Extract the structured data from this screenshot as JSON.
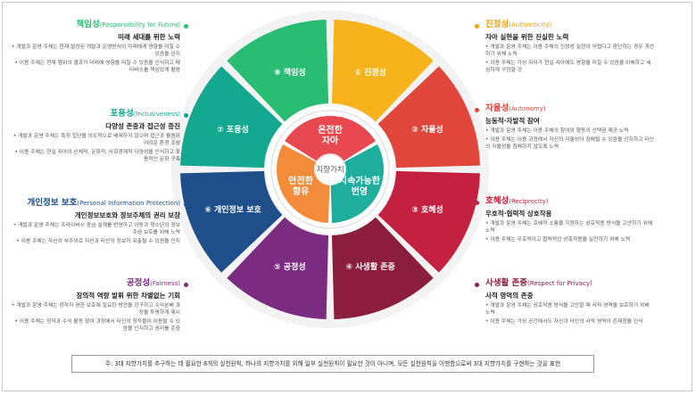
{
  "center_label": "지향가치",
  "inner_values": [
    {
      "label": "온전한 자아",
      "color": "#e8484f"
    },
    {
      "label": "지속가능한 번영",
      "color": "#1fae9e"
    },
    {
      "label": "안전한 향유",
      "color": "#f28c3a"
    }
  ],
  "segments": [
    {
      "label": "① 진정성",
      "color": "#f6b31c"
    },
    {
      "label": "② 자율성",
      "color": "#e0463a"
    },
    {
      "label": "③ 호혜성",
      "color": "#c3213f"
    },
    {
      "label": "④ 사생활 존중",
      "color": "#8b1e3c"
    },
    {
      "label": "⑤ 공정성",
      "color": "#7b2c80"
    },
    {
      "label": "⑥ 개인정보 보호",
      "color": "#1f4f8b"
    },
    {
      "label": "⑦ 포용성",
      "color": "#14a890"
    },
    {
      "label": "⑧ 책임성",
      "color": "#29bd73"
    }
  ],
  "principles": [
    {
      "title": "진정성",
      "title_en": "(Authenticity)",
      "subtitle": "자아 실현을 위한 진실한 노력",
      "color": "#f2a310",
      "bullets": [
        "개발과 운영 주체는 이용 주체의 진정성 실현이 어렵다고 판단하는 경우 개선하기 위해 노력",
        "이용 주체는 가상 자아가 현실 자아에도 영향을 미칠 수 있음을 이해하고 세심하게 구현할 것"
      ]
    },
    {
      "title": "자율성",
      "title_en": "(Autonomy)",
      "subtitle": "능동적·자발적 참여",
      "color": "#e0463a",
      "bullets": [
        "개발과 운영 주체는 이용 주체의 참여와 행동의 선택권 제공 노력",
        "이용 주체는 이용 과정에서 자신의 자율성이 침해될 수 있음을 인지하고 타인의 자율성을 침해하지 않도록 노력"
      ]
    },
    {
      "title": "호혜성",
      "title_en": "(Reciprocity)",
      "subtitle": "우호적·협력적 상호작용",
      "color": "#c3213f",
      "bullets": [
        "개발과 운영 주체는 호혜적 소통을 지원하는 상호작용 방식을 고안하기 위해 노력",
        "이용 주체는 우호적이고 협력적인 상호작용을 실천하기 위해 노력"
      ]
    },
    {
      "title": "사생활 존중",
      "title_en": "(Respect for Privacy)",
      "subtitle": "사적 영역의 존중",
      "color": "#8b1e3c",
      "bullets": [
        "개발과 운영 주체는 상호작용 방식을 고안할 때 사적 영역을 보호하기 위해 노력",
        "이용 주체는 가상 공간에서도 자신과 타인의 사적 영역이 존재함을 인식"
      ]
    },
    {
      "title": "공정성",
      "title_en": "(Fairness)",
      "subtitle": "창의적 역량 발휘 위한 차별없는 기회",
      "color": "#7b2c80",
      "bullets": [
        "개발과 운영 주체는 창작자 권한 보호에 필요한 방안을 강구하고 수익분배 과정을 투명하게 제시",
        "이용 주체는 창작과 수익 활동 참여 과정에서 타인의 창작물이 이용될 수 있음을 인지하고 권리를 존중"
      ]
    },
    {
      "title": "개인정보 보호",
      "title_en": "(Personal Information Protection)",
      "subtitle": "개인정보보호와 정보주체의 권리 보장",
      "color": "#1f4f8b",
      "bullets": [
        "개발과 운영 주체는 프라이버시 중심 설계를 반영하고 아동과 청소년의 정보주권 보호를 위해 노력",
        "이용 주체는 자신의 부주의로 자신과 타인의 정보가 유출될 수 있음을 인지"
      ]
    },
    {
      "title": "포용성",
      "title_en": "(Inclusiveness)",
      "subtitle": "다양성 존중과 접근성 증진",
      "color": "#14a890",
      "bullets": [
        "개발과 운영 주체는 특정 집단을 의도적으로 배제하지 않으며 접근과 활용이 어려운 환경 조성",
        "이용 주체는 현실 자아의 신체적, 문화적, 사회경제적 다양성을 인식하고 포용적인 문화 구축"
      ]
    },
    {
      "title": "책임성",
      "title_en": "(Responsibility for Future)",
      "subtitle": "미래 세대를 위한 노력",
      "color": "#29bd73",
      "bullets": [
        "개발과 운영 주체는 현재 설정된 개발과 운영방식이 미래에게 영향을 미칠 수 있음을 인지",
        "이용 주체는 현재 행위의 결과가 미래에 영향을 미칠 수 있음을 인식하고 메타버스를 책임있게 활용"
      ]
    }
  ],
  "footnote": "주: 3대 지향가치를 추구하는 데 필요한 8개의 실천원칙, 하나의 지향가치를 위해 일부 실천원칙이 필요한 것이 아니며, 모든 실천원칙을 이행함으로써 3대 지향가치를 구현하는 것을 표현"
}
